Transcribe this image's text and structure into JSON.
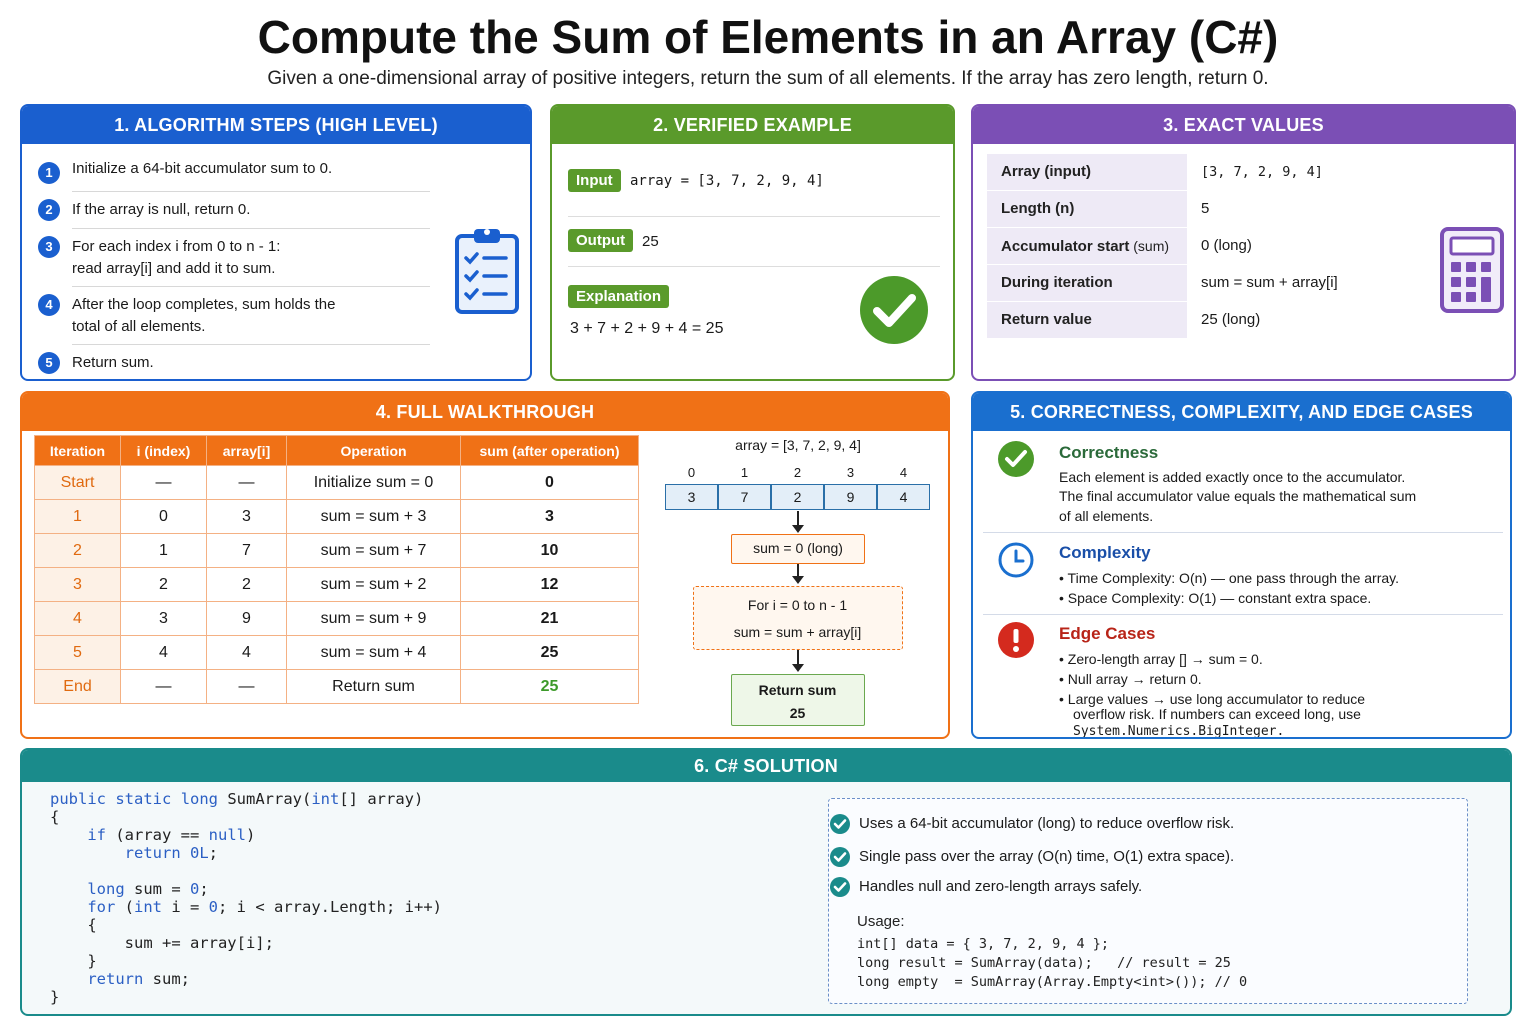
{
  "title": "Compute the Sum of Elements in an Array (C#)",
  "subtitle": "Given a one-dimensional array of positive integers, return the sum of all elements. If the array has zero length, return 0.",
  "panel1": {
    "header": "1. ALGORITHM STEPS (HIGH LEVEL)",
    "steps": [
      {
        "n": "1",
        "text": "Initialize a 64-bit accumulator sum to 0."
      },
      {
        "n": "2",
        "text": "If the array is null, return 0."
      },
      {
        "n": "3",
        "text": "For each index i from 0 to n - 1:",
        "text2": "read array[i] and add it to sum."
      },
      {
        "n": "4",
        "text": "After the loop completes, sum holds the",
        "text2": "total of all elements."
      },
      {
        "n": "5",
        "text": "Return sum."
      }
    ],
    "icon": "clipboard-checklist-icon"
  },
  "panel2": {
    "header": "2. VERIFIED EXAMPLE",
    "input_label": "Input",
    "input_value": "array = [3, 7, 2, 9, 4]",
    "output_label": "Output",
    "output_value": "25",
    "explanation_label": "Explanation",
    "explanation_value": "3 + 7 + 2 + 9 + 4 = 25",
    "icon": "check-circle-icon"
  },
  "panel3": {
    "header": "3. EXACT VALUES",
    "rows": [
      {
        "key": "Array (input)",
        "key_suffix": "",
        "value": "[3, 7, 2, 9, 4]"
      },
      {
        "key": "Length (n)",
        "key_suffix": "",
        "value": "5"
      },
      {
        "key": "Accumulator start",
        "key_suffix": " (sum)",
        "value": "0 (long)"
      },
      {
        "key": "During iteration",
        "key_suffix": "",
        "value": "sum = sum + array[i]"
      },
      {
        "key": "Return value",
        "key_suffix": "",
        "value": "25 (long)"
      }
    ],
    "icon": "calculator-icon"
  },
  "panel4": {
    "header": "4. FULL WALKTHROUGH",
    "columns": [
      "Iteration",
      "i (index)",
      "array[i]",
      "Operation",
      "sum (after operation)"
    ],
    "rows": [
      [
        "Start",
        "—",
        "—",
        "Initialize sum = 0",
        "0"
      ],
      [
        "1",
        "0",
        "3",
        "sum = sum + 3",
        "3"
      ],
      [
        "2",
        "1",
        "7",
        "sum = sum + 7",
        "10"
      ],
      [
        "3",
        "2",
        "2",
        "sum = sum + 2",
        "12"
      ],
      [
        "4",
        "3",
        "9",
        "sum = sum + 9",
        "21"
      ],
      [
        "5",
        "4",
        "4",
        "sum = sum + 4",
        "25"
      ],
      [
        "End",
        "—",
        "—",
        "Return sum",
        "25"
      ]
    ],
    "diagram": {
      "array_label": "array = [3, 7, 2, 9, 4]",
      "indices": [
        "0",
        "1",
        "2",
        "3",
        "4"
      ],
      "values": [
        "3",
        "7",
        "2",
        "9",
        "4"
      ],
      "init_box": "sum = 0 (long)",
      "loop_line1": "For i = 0 to n - 1",
      "loop_line2": "sum = sum + array[i]",
      "return_line1": "Return sum",
      "return_line2": "25"
    }
  },
  "panel5": {
    "header": "5. CORRECTNESS, COMPLEXITY, AND EDGE CASES",
    "correctness_title": "Correctness",
    "correctness_lines": [
      "Each element is added exactly once to the accumulator.",
      "The final accumulator value equals the mathematical sum",
      "of all elements."
    ],
    "complexity_title": "Complexity",
    "complexity_bullets": [
      "Time Complexity: O(n) — one pass through the array.",
      "Space Complexity: O(1) — constant extra space."
    ],
    "edge_title": "Edge Cases",
    "edge_bullets": [
      "Zero-length array [] → sum = 0.",
      "Null array → return 0.",
      "Large values → use long accumulator to reduce",
      "overflow risk. If numbers can exceed long, use",
      "System.Numerics.BigInteger."
    ]
  },
  "panel6": {
    "header": "6. C# SOLUTION",
    "code_lines": [
      "public static long SumArray(int[] array)",
      "{",
      "    if (array == null)",
      "        return 0L;",
      "",
      "    long sum = 0;",
      "    for (int i = 0; i < array.Length; i++)",
      "    {",
      "        sum += array[i];",
      "    }",
      "    return sum;",
      "}"
    ],
    "notes": [
      "Uses a 64-bit accumulator (long) to reduce overflow risk.",
      "Single pass over the array (O(n) time, O(1) extra space).",
      "Handles null and zero-length arrays safely."
    ],
    "usage_label": "Usage:",
    "usage_lines": [
      "int[] data = { 3, 7, 2, 9, 4 };",
      "long result = SumArray(data);   // result = 25",
      "long empty  = SumArray(Array.Empty<int>()); // 0"
    ]
  },
  "colors": {
    "blue": "#1a5fcf",
    "green": "#5a9a2b",
    "purple": "#7b4fb5",
    "orange": "#f07116",
    "teal": "#1a8b8b",
    "red": "#d42a1e"
  }
}
